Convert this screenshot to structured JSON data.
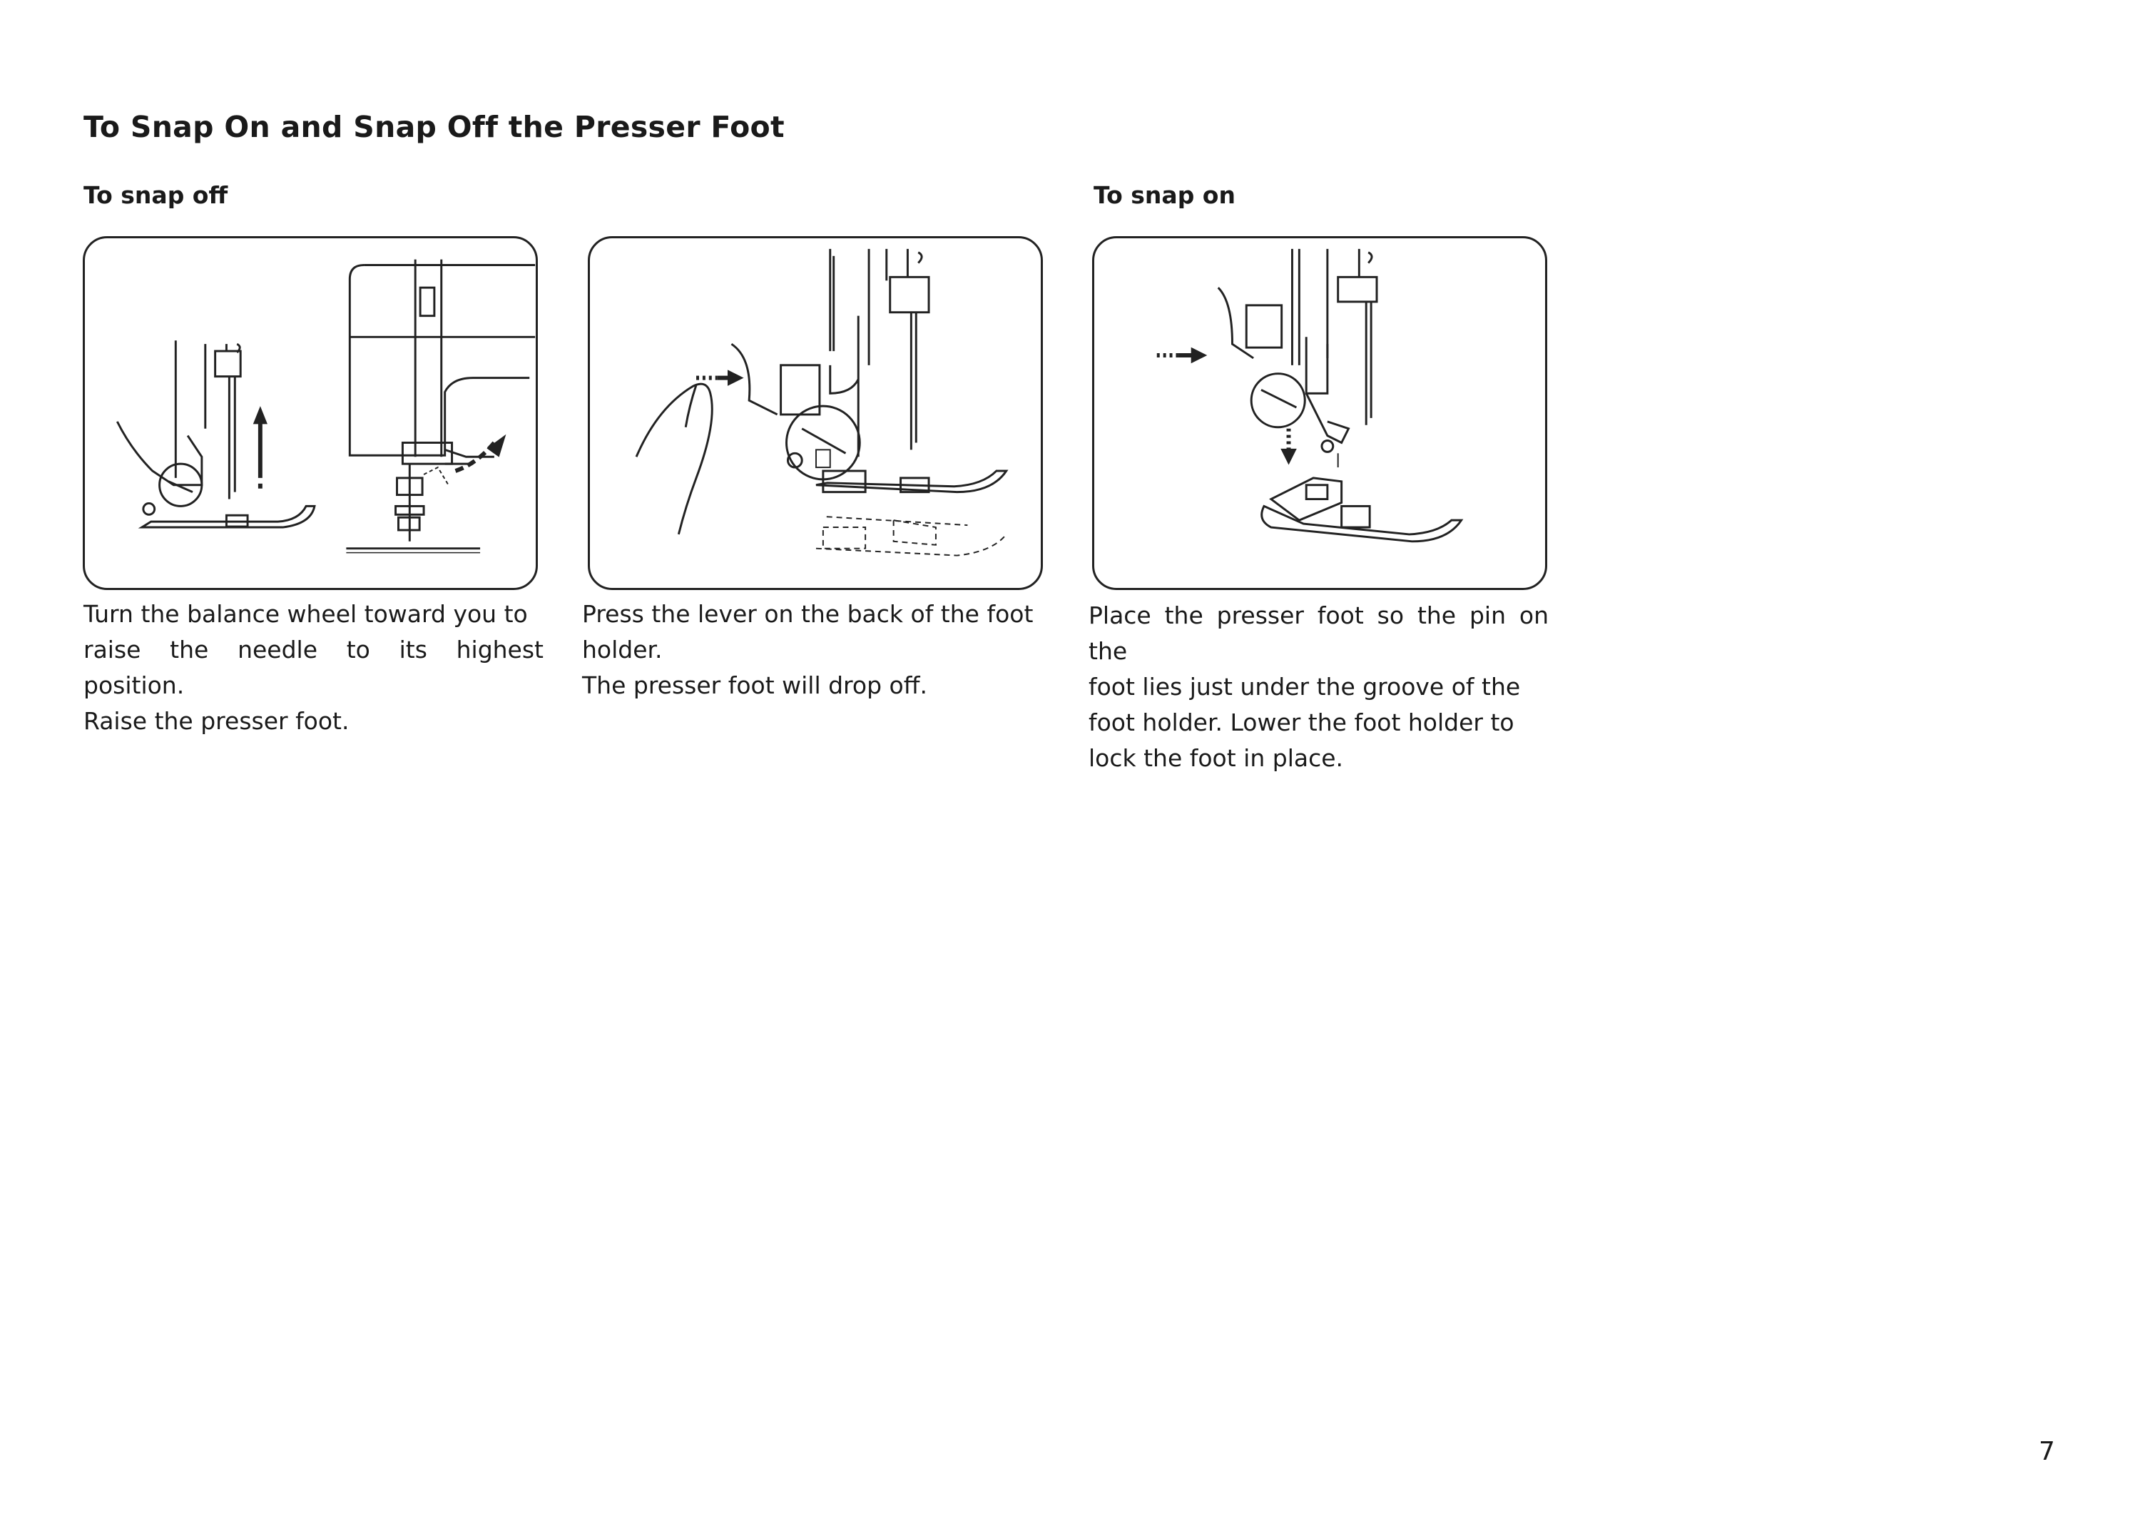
{
  "title": "To Snap On and Snap Off the Presser Foot",
  "sections": {
    "snap_off": "To snap off",
    "snap_on": "To snap on"
  },
  "captions": [
    [
      "Turn the balance wheel toward you to",
      "raise the needle to its highest position.",
      "Raise the presser foot."
    ],
    [
      "Press the lever on the back of the foot",
      "holder.",
      "The presser foot will drop off."
    ],
    [
      "Place the presser foot so the pin on the",
      "foot lies just under the groove of the",
      "foot holder.  Lower the foot holder to",
      "lock the foot in place."
    ]
  ],
  "page_number": "7"
}
